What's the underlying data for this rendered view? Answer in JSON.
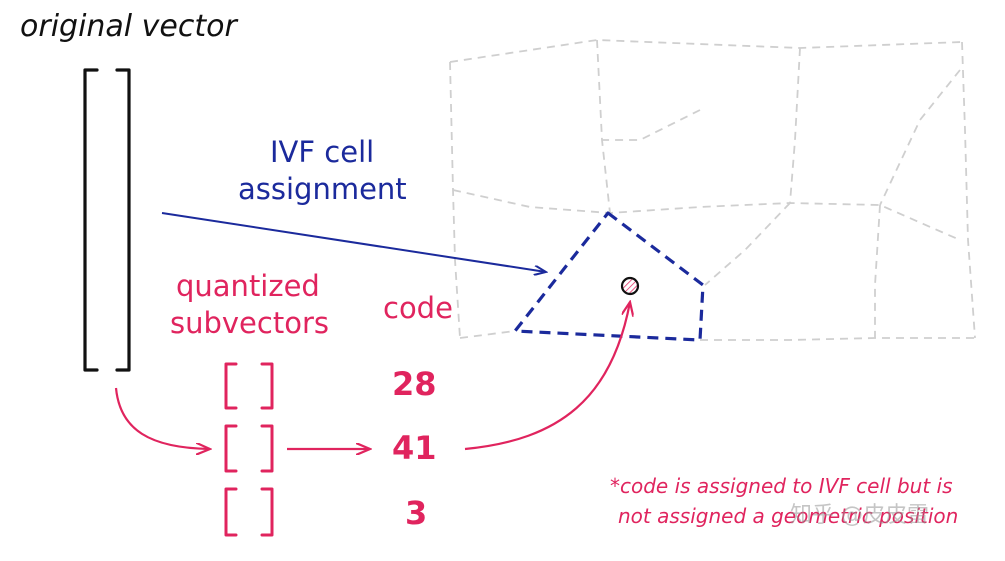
{
  "labels": {
    "original_vector": "original vector",
    "ivf_line1": "IVF cell",
    "ivf_line2": "assignment",
    "quantized_line1": "quantized",
    "quantized_line2": "subvectors",
    "code_header": "code"
  },
  "codes": [
    "28",
    "41",
    "3"
  ],
  "footnote": {
    "line1": "*code is assigned to IVF cell but is",
    "line2": "not assigned a geometric position"
  },
  "watermark": "知乎 @皮皮雷",
  "colors": {
    "black": "#111111",
    "pink": "#e0245e",
    "navy": "#1b2a9c",
    "grid": "#cfcfcf"
  }
}
